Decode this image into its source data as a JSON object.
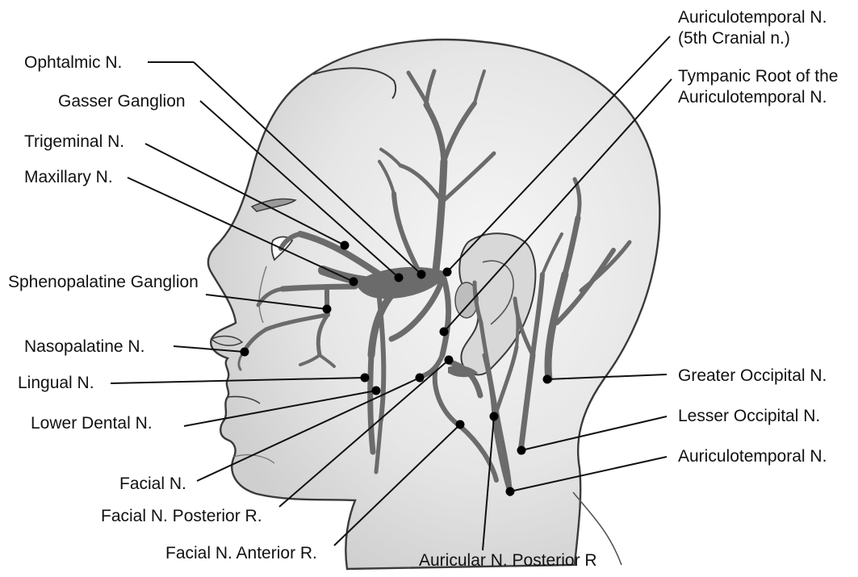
{
  "colors": {
    "nerve": "#6b6b6b",
    "skin": "#e9e9e9",
    "outline": "#3a3a3a",
    "leader": "#111111",
    "text": "#111111"
  },
  "labels": {
    "auriculotemporal_top_1": "Auriculotemporal N.",
    "auriculotemporal_top_2": "(5th Cranial n.)",
    "tympanic_root_1": "Tympanic Root of the",
    "tympanic_root_2": "Auriculotemporal N.",
    "ophthalmic": "Ophtalmic N.",
    "gasser": "Gasser Ganglion",
    "trigeminal": "Trigeminal N.",
    "maxillary": "Maxillary N.",
    "sphenopalatine": "Sphenopalatine Ganglion",
    "nasopalatine": "Nasopalatine N.",
    "lingual": "Lingual N.",
    "lower_dental": "Lower Dental N.",
    "facial": "Facial N.",
    "facial_posterior": "Facial N. Posterior R.",
    "facial_anterior": "Facial N. Anterior R.",
    "auricular_posterior": "Auricular N. Posterior R",
    "greater_occipital": "Greater Occipital N.",
    "lesser_occipital": "Lesser Occipital N.",
    "auriculotemporal_right": "Auriculotemporal N."
  }
}
